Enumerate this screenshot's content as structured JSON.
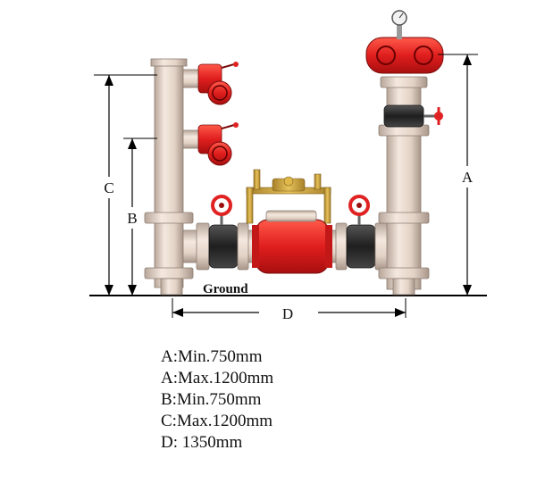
{
  "diagram": {
    "dimension_labels": {
      "a": "A",
      "b": "B",
      "c": "C",
      "d": "D"
    },
    "ground_label": "Ground"
  },
  "specifications": [
    "A:Min.750mm",
    "A:Max.1200mm",
    "B:Min.750mm",
    "C:Max.1200mm",
    "D: 1350mm"
  ],
  "colors": {
    "pipe": "#e8d8cc",
    "pipe_shadow": "#b8a69a",
    "valve_red": "#e02222",
    "dark_red": "#9a0f0f",
    "black_fitting": "#2a2a2a",
    "brass": "#c9a13a",
    "line": "#000000"
  }
}
